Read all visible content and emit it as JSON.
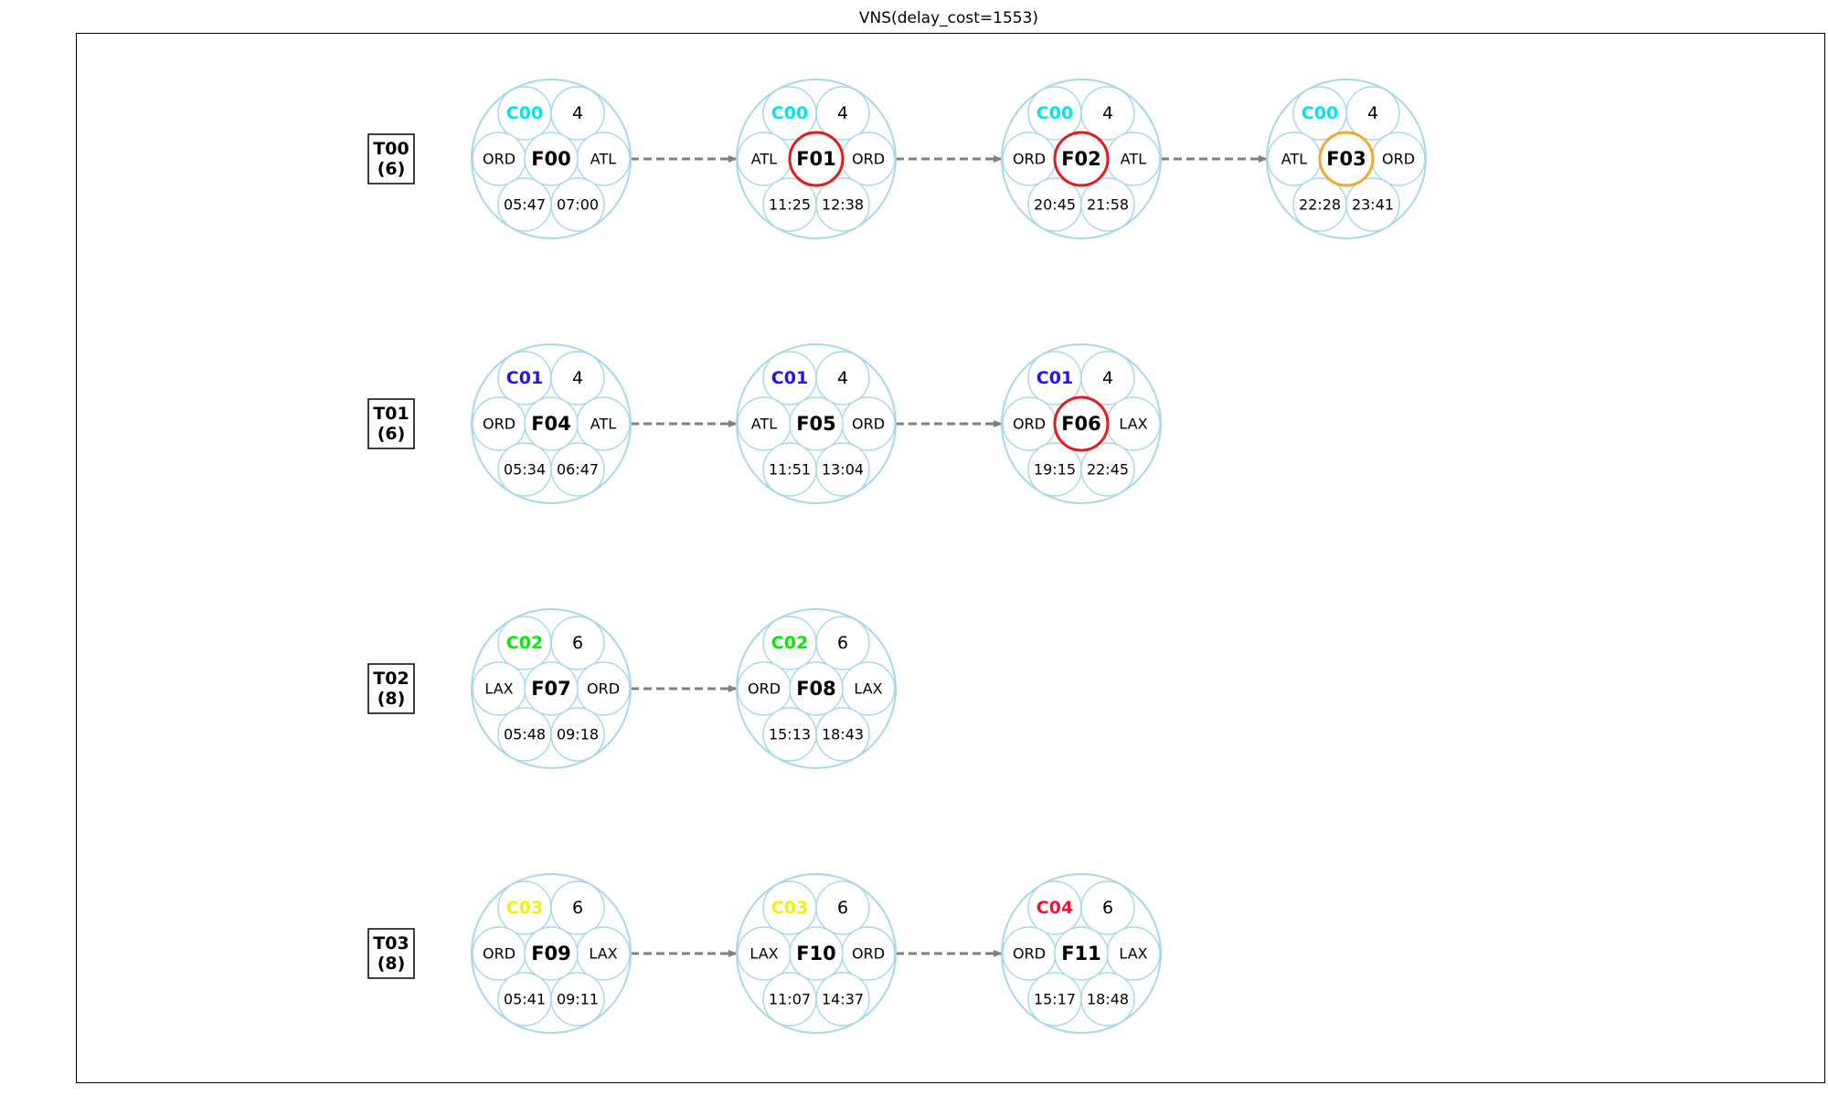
{
  "title": "VNS(delay_cost=1553)",
  "colors": {
    "ring": "#a8d8e8",
    "arrow": "#808080",
    "status_red": "#e41a1c",
    "status_orange": "#f0a830",
    "crew": {
      "C00": "#00e5ee",
      "C01": "#2a0ff0",
      "C02": "#00ee00",
      "C03": "#f8f000",
      "C04": "#f0143c"
    }
  },
  "tails": [
    {
      "id": "T00",
      "capacity": "(6)",
      "flights": [
        {
          "id": "F00",
          "crew": "C00",
          "value": "4",
          "origin": "ORD",
          "dest": "ATL",
          "dep": "05:47",
          "arr": "07:00",
          "status": "none"
        },
        {
          "id": "F01",
          "crew": "C00",
          "value": "4",
          "origin": "ATL",
          "dest": "ORD",
          "dep": "11:25",
          "arr": "12:38",
          "status": "red"
        },
        {
          "id": "F02",
          "crew": "C00",
          "value": "4",
          "origin": "ORD",
          "dest": "ATL",
          "dep": "20:45",
          "arr": "21:58",
          "status": "red"
        },
        {
          "id": "F03",
          "crew": "C00",
          "value": "4",
          "origin": "ATL",
          "dest": "ORD",
          "dep": "22:28",
          "arr": "23:41",
          "status": "orange"
        }
      ]
    },
    {
      "id": "T01",
      "capacity": "(6)",
      "flights": [
        {
          "id": "F04",
          "crew": "C01",
          "value": "4",
          "origin": "ORD",
          "dest": "ATL",
          "dep": "05:34",
          "arr": "06:47",
          "status": "none"
        },
        {
          "id": "F05",
          "crew": "C01",
          "value": "4",
          "origin": "ATL",
          "dest": "ORD",
          "dep": "11:51",
          "arr": "13:04",
          "status": "none"
        },
        {
          "id": "F06",
          "crew": "C01",
          "value": "4",
          "origin": "ORD",
          "dest": "LAX",
          "dep": "19:15",
          "arr": "22:45",
          "status": "red"
        }
      ]
    },
    {
      "id": "T02",
      "capacity": "(8)",
      "flights": [
        {
          "id": "F07",
          "crew": "C02",
          "value": "6",
          "origin": "LAX",
          "dest": "ORD",
          "dep": "05:48",
          "arr": "09:18",
          "status": "none"
        },
        {
          "id": "F08",
          "crew": "C02",
          "value": "6",
          "origin": "ORD",
          "dest": "LAX",
          "dep": "15:13",
          "arr": "18:43",
          "status": "none"
        }
      ]
    },
    {
      "id": "T03",
      "capacity": "(8)",
      "flights": [
        {
          "id": "F09",
          "crew": "C03",
          "value": "6",
          "origin": "ORD",
          "dest": "LAX",
          "dep": "05:41",
          "arr": "09:11",
          "status": "none"
        },
        {
          "id": "F10",
          "crew": "C03",
          "value": "6",
          "origin": "LAX",
          "dest": "ORD",
          "dep": "11:07",
          "arr": "14:37",
          "status": "none"
        },
        {
          "id": "F11",
          "crew": "C04",
          "value": "6",
          "origin": "ORD",
          "dest": "LAX",
          "dep": "15:17",
          "arr": "18:48",
          "status": "none"
        }
      ]
    }
  ]
}
